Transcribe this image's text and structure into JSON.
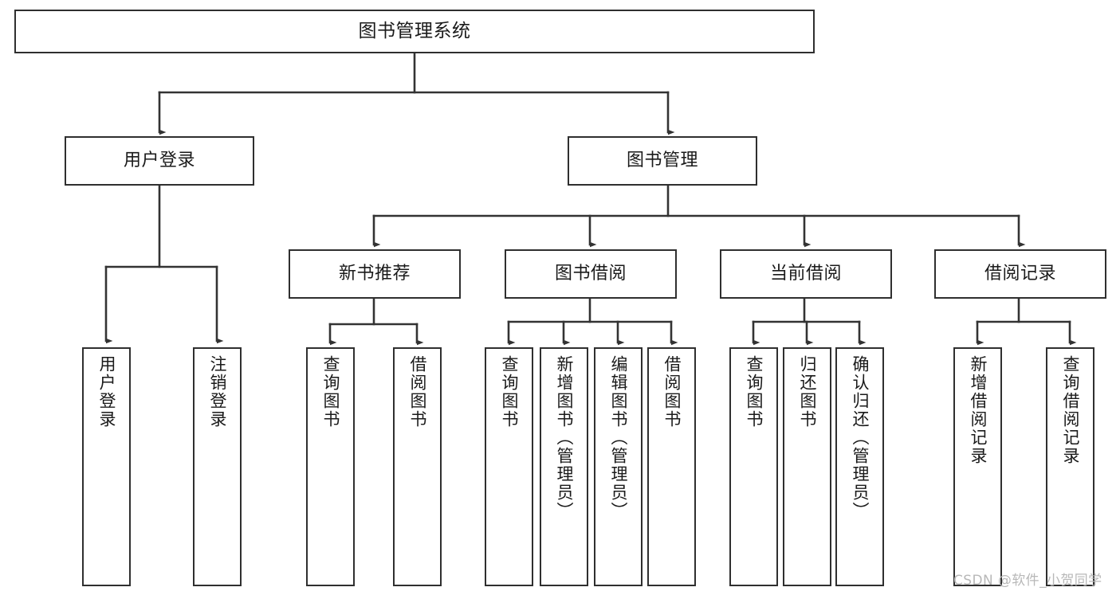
{
  "diagram": {
    "title": "图书管理系统",
    "type": "tree-hierarchy-chart",
    "colors": {
      "box_border": "#2f2f2f",
      "box_fill": "#ffffff",
      "connector": "#333333",
      "text": "#1a1a1a",
      "watermark": "#b8b8b8",
      "background": "#ffffff"
    },
    "watermark": "CSDN @软件_小贺同学",
    "nodes": {
      "root": {
        "label": "图书管理系统"
      },
      "level2": [
        {
          "label": "用户登录"
        },
        {
          "label": "图书管理"
        }
      ],
      "level3": [
        {
          "label": "新书推荐"
        },
        {
          "label": "图书借阅"
        },
        {
          "label": "当前借阅"
        },
        {
          "label": "借阅记录"
        }
      ],
      "leaves": {
        "user_login": [
          {
            "label": "用户登录"
          },
          {
            "label": "注销登录"
          }
        ],
        "new_book_recommend": [
          {
            "label": "查询图书"
          },
          {
            "label": "借阅图书"
          }
        ],
        "book_borrow": [
          {
            "label": "查询图书"
          },
          {
            "label": "新增图书（管理员）"
          },
          {
            "label": "编辑图书（管理员）"
          },
          {
            "label": "借阅图书"
          }
        ],
        "current_borrow": [
          {
            "label": "查询图书"
          },
          {
            "label": "归还图书"
          },
          {
            "label": "确认归还（管理员）"
          }
        ],
        "borrow_record": [
          {
            "label": "新增借阅记录"
          },
          {
            "label": "查询借阅记录"
          }
        ]
      }
    }
  }
}
